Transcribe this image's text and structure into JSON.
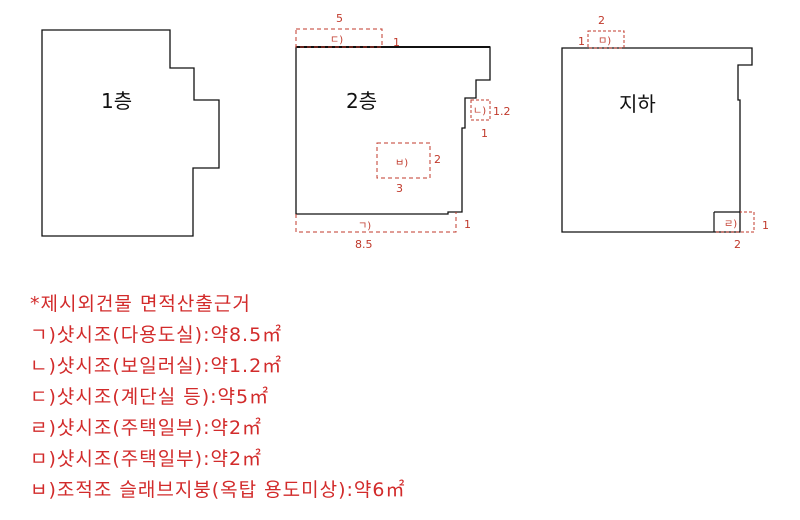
{
  "floors": {
    "first": "1층",
    "second": "2층",
    "basement": "지하"
  },
  "dimensions": {
    "top_shed_width": "5",
    "top_shed_height": "1",
    "side_shed_area": "1.2",
    "side_shed_height": "1",
    "inner_box_height": "2",
    "inner_box_width": "3",
    "bottom_shed_width": "8.5",
    "bottom_shed_height": "1",
    "basement_top_width": "2",
    "basement_top_height": "1",
    "basement_corner_width": "2",
    "basement_corner_height": "1"
  },
  "tags": {
    "g": "ㄱ)",
    "n": "ㄴ)",
    "d": "ㄷ)",
    "r": "ㄹ)",
    "m": "ㅁ)",
    "b": "ㅂ)"
  },
  "notes": {
    "title": "*제시외건물 면적산출근거",
    "items": [
      "ㄱ)샷시조(다용도실):약8.5㎡",
      "ㄴ)샷시조(보일러실):약1.2㎡",
      "ㄷ)샷시조(계단실 등):약5㎡",
      "ㄹ)샷시조(주택일부):약2㎡",
      "ㅁ)샷시조(주택일부):약2㎡",
      "ㅂ)조적조 슬래브지붕(옥탑 용도미상):약6㎡"
    ]
  },
  "colors": {
    "outline": "#111111",
    "annotation": "#d22b2b"
  }
}
